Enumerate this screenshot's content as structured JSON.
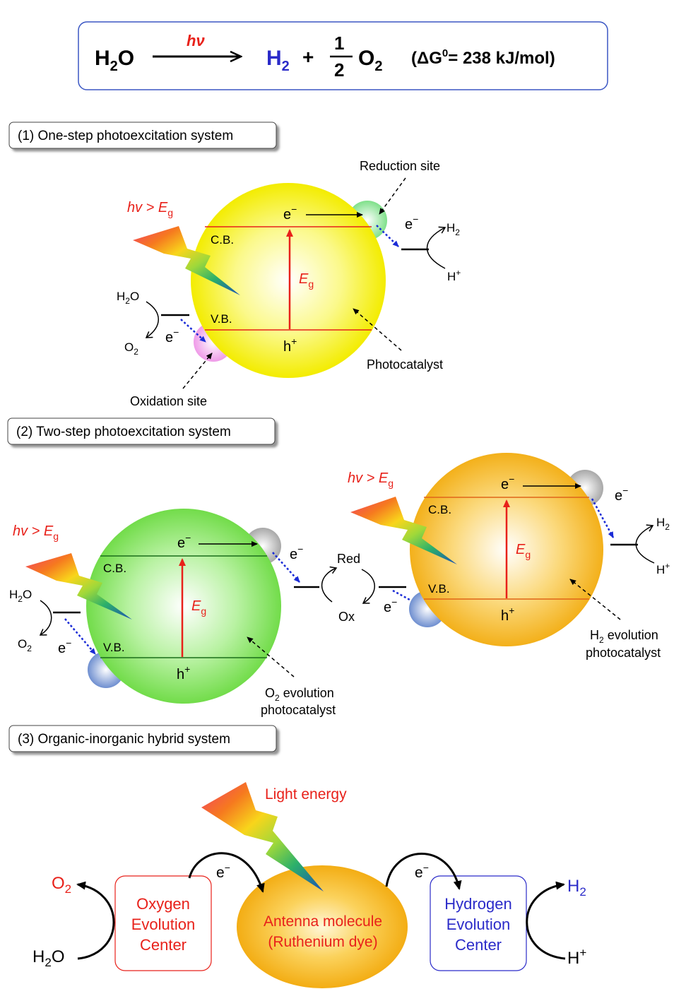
{
  "equation": {
    "reactant": "H2O",
    "photon": "hν",
    "product1": "H2",
    "plus": "+",
    "frac_num": "1",
    "frac_den": "2",
    "product2": "O2",
    "delta_g": "(ΔG0= 238 kJ/mol)"
  },
  "sections": {
    "s1": "(1) One-step photoexcitation system",
    "s2": "(2) Two-step photoexcitation system",
    "s3": "(3) Organic-inorganic hybrid system"
  },
  "one_step": {
    "light": "hv > Eg",
    "cb": "C.B.",
    "vb": "V.B.",
    "electron": "e−",
    "hole": "h+",
    "eg": "Eg",
    "reduction_site": "Reduction site",
    "oxidation_site": "Oxidation site",
    "photocatalyst": "Photocatalyst",
    "h2": "H2",
    "hplus": "H+",
    "h2o": "H2O",
    "o2": "O2"
  },
  "two_step": {
    "light": "hv > Eg",
    "cb": "C.B.",
    "vb": "V.B.",
    "electron": "e−",
    "hole": "h+",
    "eg": "Eg",
    "red": "Red",
    "ox": "Ox",
    "o2_cat_line1": "O2 evolution",
    "o2_cat_line2": "photocatalyst",
    "h2_cat_line1": "H2 evolution",
    "h2_cat_line2": "photocatalyst",
    "h2": "H2",
    "hplus": "H+",
    "h2o": "H2O",
    "o2": "O2"
  },
  "hybrid": {
    "light": "Light energy",
    "oec": [
      "Oxygen",
      "Evolution",
      "Center"
    ],
    "antenna": [
      "Antenna molecule",
      "(Ruthenium dye)"
    ],
    "hec": [
      "Hydrogen",
      "Evolution",
      "Center"
    ],
    "electron": "e−",
    "o2": "O2",
    "h2o": "H2O",
    "h2": "H2",
    "hplus": "H+"
  },
  "colors": {
    "red": "#e8211a",
    "blue": "#2b2bc9",
    "arrow_blue": "#1a2bd6",
    "yellow": "#f5f000",
    "green": "#7ee35a",
    "orange": "#f6b418"
  }
}
